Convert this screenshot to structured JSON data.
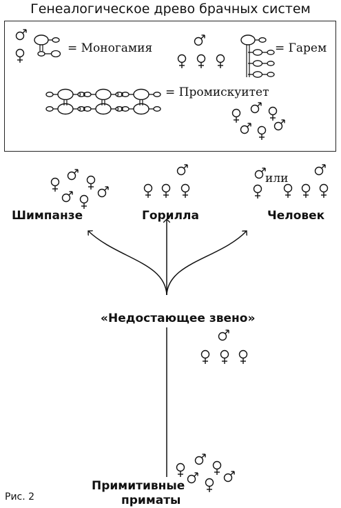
{
  "figure": {
    "title": "Генеалогическое древо брачных систем",
    "caption": "Рис. 2"
  },
  "legend": {
    "monogamy": "= Моногамия",
    "harem": "= Гарем",
    "promiscuity": "= Промискуитет"
  },
  "tree": {
    "chimpanzee": "Шимпанзе",
    "gorilla": "Горилла",
    "human": "Человек",
    "or": "или",
    "missing_link": "«Недостающее звено»",
    "primitive_primates": [
      "Примитивные",
      "приматы"
    ]
  }
}
